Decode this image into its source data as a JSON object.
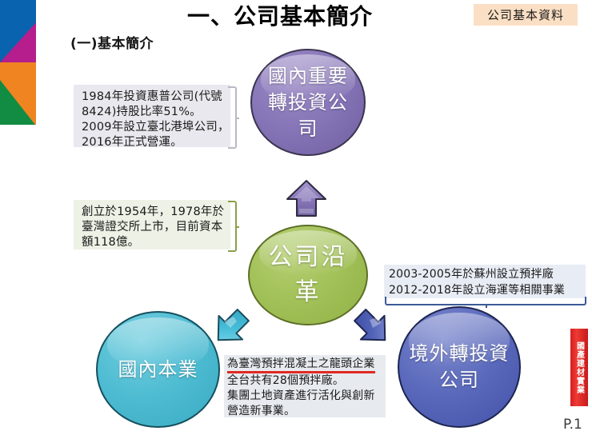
{
  "header": {
    "title": "一、公司基本簡介",
    "corner_badge": "公司基本資料",
    "subtitle": "(一)基本簡介"
  },
  "logo": {
    "name": "tangram-logo",
    "colors": [
      "#0a63ae",
      "#b51e8c",
      "#ef8421",
      "#118c42"
    ]
  },
  "circles": {
    "top": {
      "label": "國內重要轉投資公司",
      "color": "#8776b8"
    },
    "center": {
      "label": "公司沿革",
      "color": "#a2c158"
    },
    "left": {
      "label": "國內本業",
      "color": "#4ebcd2"
    },
    "right": {
      "label": "境外轉投資公司",
      "color": "#5a69bb"
    }
  },
  "boxes": {
    "invest": {
      "lines": [
        "1984年投資惠普公司(代號",
        "8424)持股比率51%。",
        "2009年設立臺北港埠公司，",
        "2016年正式營運。"
      ],
      "bg": "#e9e8ee",
      "bracket_color": "#b9b8c4"
    },
    "history": {
      "lines": [
        "創立於1954年，1978年於",
        "臺灣證交所上市，目前資本",
        "額118億。"
      ],
      "bg": "#eef1e6",
      "bracket_color": "#8aa04a"
    },
    "overseas": {
      "lines": [
        "2003-2005年於蘇州設立預拌廠",
        "2012-2018年設立海運等相關事業"
      ],
      "bg": "#e8ecf4",
      "bracket_color": "#3c5a96"
    },
    "core": {
      "headline": "為臺灣預拌混凝土之龍頭企業",
      "lines": [
        "全台共有28個預拌廠。",
        "集團土地資產進行活化與創新",
        "營造新事業。"
      ],
      "bg": "#e7ebf0",
      "underline_color": "#e02a22"
    }
  },
  "arrows": {
    "up": {
      "name": "arrow-up-purple",
      "color": "#8776b8"
    },
    "down_left": {
      "name": "arrow-down-left-cyan",
      "color": "#3fb8d6"
    },
    "down_right": {
      "name": "arrow-down-right-blue",
      "color": "#4a5ab5"
    }
  },
  "side_badge": {
    "text": "國產建材實業",
    "color": "#d81d22"
  },
  "footer": {
    "page_number": "P.1"
  }
}
